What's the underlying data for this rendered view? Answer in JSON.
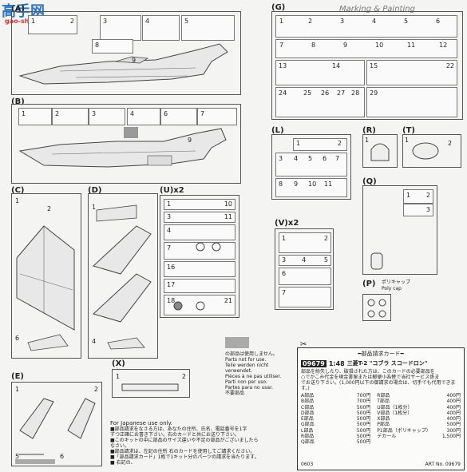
{
  "watermark": {
    "brand": "高手网",
    "url": "gao-shou.com"
  },
  "header_text": "Marking & Painting",
  "sections": {
    "A": "(A)",
    "B": "(B)",
    "C": "(C)",
    "D": "(D)",
    "E": "(E)",
    "G": "(G)",
    "L": "(L)",
    "R": "(R)",
    "T": "(T)",
    "Q": "(Q)",
    "P": "(P)",
    "U": "(U)x2",
    "V": "(V)x2",
    "X": "(X)"
  },
  "poly_cap": {
    "jp": "ポリキャップ",
    "en": "Poly cap"
  },
  "not_use": {
    "jp": "の部品は使用しません。",
    "en": "Parts not for use.",
    "de": "Teile werden nicht verwendet.",
    "fr": "Pièces à ne pas utiliser.",
    "it": "Parti non per uso.",
    "es": "Partes para no usar.",
    "jp2": "不要部品"
  },
  "japanese_use": {
    "title": "For Japanese use only.",
    "lines": [
      "■部品請求をなさる方は、あなたの住所、氏名、電話番号を1字",
      "ずつ正確にお書き下さい。右のカードと共にお送り下さい。",
      "■このキットの中に部品のサイズ違いや不足の部品がございましたら",
      "なさい。",
      "■部品請求は、左記の住所 右のカードを使用してご請求ください。",
      "■「部品請求カード」1枚で1キット分のパーツの請求を当たります。",
      "■ 右記の、"
    ]
  },
  "card": {
    "title": "━部品請求カード━",
    "kit_no": "09679",
    "scale": "1:48",
    "name": "三菱T-2 \"コブラ スコードロン\"",
    "desc": [
      "部品を紛失したり、破損された方は、このカードの必要部品を",
      "○でかこみ代金を現金書留または郵便小為替で当社サービス係ま",
      "でお送り下さい。(1,000円以下の御請求の場合は、切手でも代用できます。)"
    ],
    "left": [
      {
        "part": "A部品",
        "price": "700円"
      },
      {
        "part": "B部品",
        "price": "700円"
      },
      {
        "part": "C部品",
        "price": "500円"
      },
      {
        "part": "D部品",
        "price": "500円"
      },
      {
        "part": "E部品",
        "price": "500円"
      },
      {
        "part": "G部品",
        "price": "500円"
      },
      {
        "part": "L部品",
        "price": "500円"
      },
      {
        "part": "R部品",
        "price": "500円"
      },
      {
        "part": "Q部品",
        "price": "500円"
      }
    ],
    "right": [
      {
        "part": "R部品",
        "price": "400円"
      },
      {
        "part": "T部品",
        "price": "400円"
      },
      {
        "part": "U部品（1枚分）",
        "price": "400円"
      },
      {
        "part": "V部品（1枚分）",
        "price": "400円"
      },
      {
        "part": "X部品",
        "price": "400円"
      },
      {
        "part": "P部品",
        "price": "500円"
      },
      {
        "part": "P1部品（ポリキャップ）",
        "price": "300円"
      },
      {
        "part": "デカール",
        "price": "1,500円"
      }
    ],
    "code": "0603",
    "art_no": "ART No. 09679"
  },
  "colors": {
    "line": "#555555",
    "wm": "#2a74c9"
  }
}
